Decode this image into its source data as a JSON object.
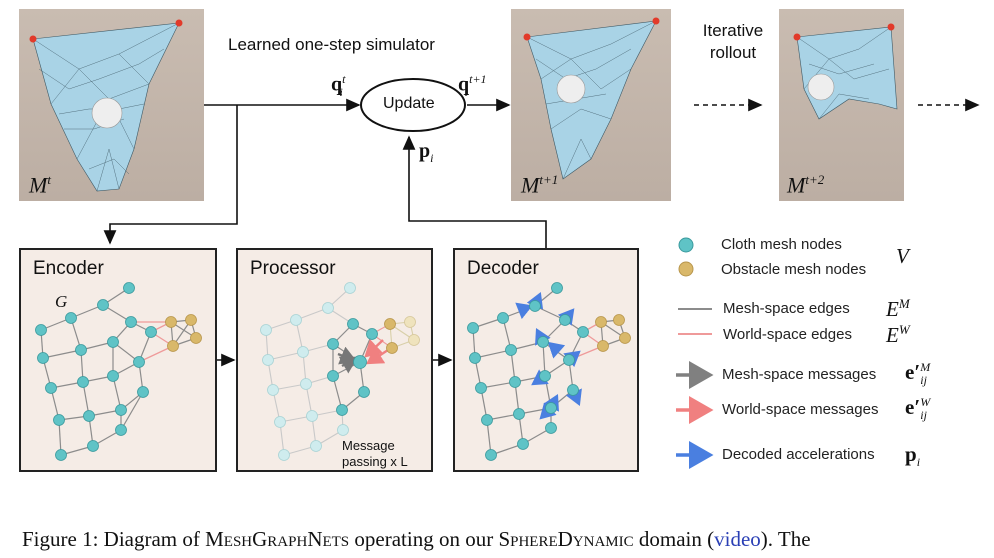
{
  "figure": {
    "top": {
      "simulator_label": "Learned one-step simulator",
      "update_label": "Update",
      "iterative_label_line1": "Iterative",
      "iterative_label_line2": "rollout",
      "q_in": "q",
      "q_in_sub": "i",
      "q_in_sup": "t",
      "q_out": "q",
      "q_out_sub": "i",
      "q_out_sup": "t+1",
      "p": "p",
      "p_sub": "i"
    },
    "meshes": [
      {
        "label": "M",
        "sup": "t"
      },
      {
        "label": "M",
        "sup": "t+1"
      },
      {
        "label": "M",
        "sup": "t+2"
      }
    ],
    "panels": {
      "encoder_title": "Encoder",
      "encoder_graph_label": "G",
      "processor_title": "Processor",
      "processor_note_line1": "Message",
      "processor_note_line2": "passing x L",
      "decoder_title": "Decoder"
    },
    "legend": {
      "cloth_nodes": "Cloth mesh nodes",
      "obstacle_nodes": "Obstacle mesh nodes",
      "nodes_symbol": "V",
      "mesh_edges": "Mesh-space edges",
      "mesh_edges_symbol": "E",
      "mesh_edges_sup": "M",
      "world_edges": "World-space edges",
      "world_edges_symbol": "E",
      "world_edges_sup": "W",
      "mesh_messages": "Mesh-space messages",
      "mesh_messages_symbol": "e′",
      "mesh_messages_sub": "ij",
      "mesh_messages_sup": "M",
      "world_messages": "World-space messages",
      "world_messages_symbol": "e′",
      "world_messages_sub": "ij",
      "world_messages_sup": "W",
      "decoded": "Decoded accelerations",
      "decoded_symbol": "p",
      "decoded_sub": "i"
    },
    "colors": {
      "cloth_node": "#5fc3c6",
      "obstacle_node": "#d9b86a",
      "mesh_edge": "#8c8c8c",
      "world_edge": "#ef9a9a",
      "mesh_message": "#808080",
      "world_message": "#f08080",
      "decoded_arrow": "#4a7fe0",
      "panel_bg": "#f5ece6",
      "cloth": "#a9d3e6"
    },
    "caption": {
      "prefix": "Figure 1: Diagram of ",
      "name": "MeshGraphNets",
      "middle": " operating on our ",
      "domain": "SphereDynamic",
      "after": " domain (",
      "link": "video",
      "suffix": "). The"
    }
  }
}
